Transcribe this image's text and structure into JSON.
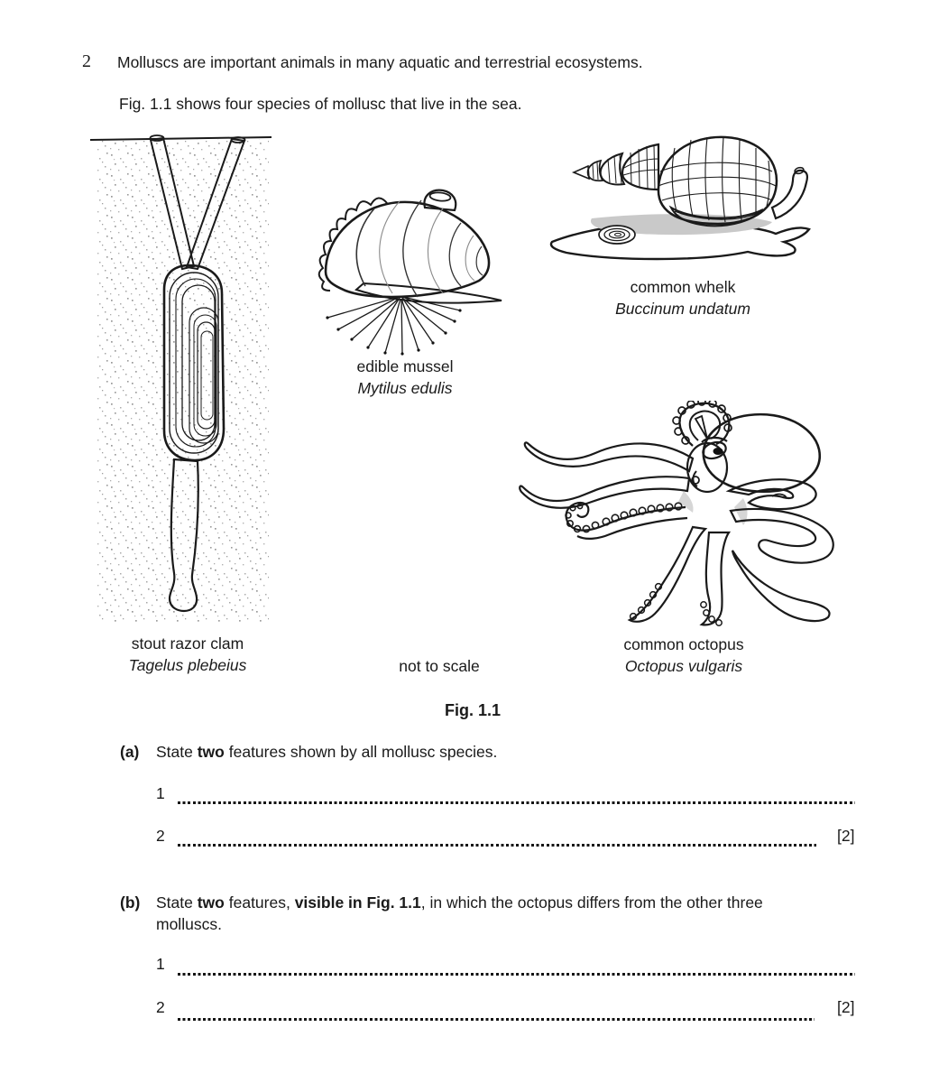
{
  "page": {
    "question_number": "2",
    "intro_line_1": "Molluscs are important animals in many aquatic and terrestrial ecosystems.",
    "intro_line_2": "Fig. 1.1 shows four species of mollusc that live in the sea.",
    "not_to_scale": "not to scale",
    "figure_caption": "Fig. 1.1"
  },
  "figures": {
    "razor_clam": {
      "common_name": "stout razor clam",
      "latin_name": "Tagelus plebeius"
    },
    "mussel": {
      "common_name": "edible mussel",
      "latin_name": "Mytilus edulis"
    },
    "whelk": {
      "common_name": "common whelk",
      "latin_name": "Buccinum undatum"
    },
    "octopus": {
      "common_name": "common octopus",
      "latin_name": "Octopus vulgaris"
    }
  },
  "part_a": {
    "label": "(a)",
    "seg1": "State ",
    "seg2_bold": "two",
    "seg3": " features shown by all mollusc species.",
    "line1_number": "1",
    "line2_number": "2",
    "marks": "[2]"
  },
  "part_b": {
    "label": "(b)",
    "seg1": "State ",
    "seg2_bold": "two",
    "seg3": " features, ",
    "seg4_bold": "visible in Fig. 1.1",
    "seg5": ", in which the octopus differs from the other three",
    "seg6": "molluscs.",
    "line1_number": "1",
    "line2_number": "2",
    "marks": "[2]"
  },
  "colors": {
    "paper": "#ffffff",
    "ink": "#1a1a1a",
    "illustration_shading": "#cccccc",
    "sand_stipple": "#9e9e9e"
  }
}
